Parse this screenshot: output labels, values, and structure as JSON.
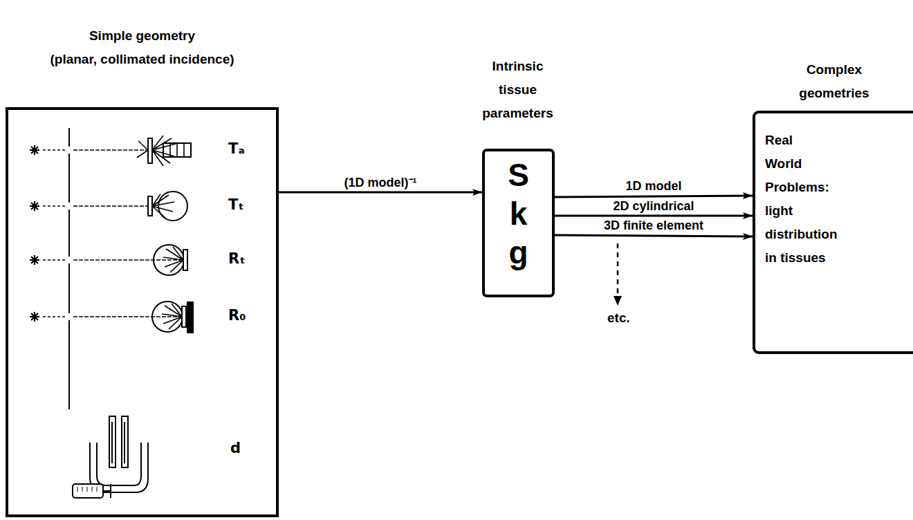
{
  "diagram": {
    "nodes": [
      {
        "text": [
          "Simple geometry (planar, collimated incidence)"
        ]
      },
      {
        "text": [
          "Intrinsic tissue parameters",
          "S k g"
        ]
      },
      {
        "text": [
          "Complex geometries",
          "Real World Problems: light distribution in tissues"
        ]
      }
    ],
    "edges": [
      {
        "from": 0,
        "to": 1,
        "arrow": "to",
        "label": "(1D model)⁻¹"
      },
      {
        "from": 1,
        "to": 2,
        "arrow": "to",
        "label": "1D model"
      },
      {
        "from": 1,
        "to": 2,
        "arrow": "to",
        "label": "2D cylindrical"
      },
      {
        "from": 1,
        "to": 2,
        "arrow": "to",
        "label": "3D finite element"
      }
    ],
    "labels": [
      "Tₐ",
      "Tₜ",
      "Rₜ",
      "R₀",
      "d",
      "etc."
    ]
  }
}
